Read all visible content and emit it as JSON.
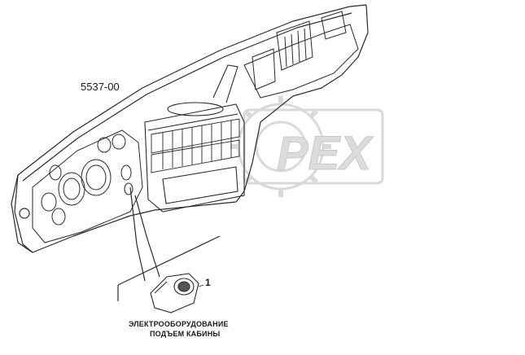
{
  "diagram": {
    "model_code": "5537-00",
    "callout_number": "1",
    "caption_line1": "ЭЛЕКТРООБОРУДОВАНИЕ",
    "caption_line2": "ПОДЪЕМ КАБИНЫ",
    "watermark_text": "PEX",
    "line_color": "#2a2a2a",
    "watermark_color": "#d9d9d9"
  }
}
